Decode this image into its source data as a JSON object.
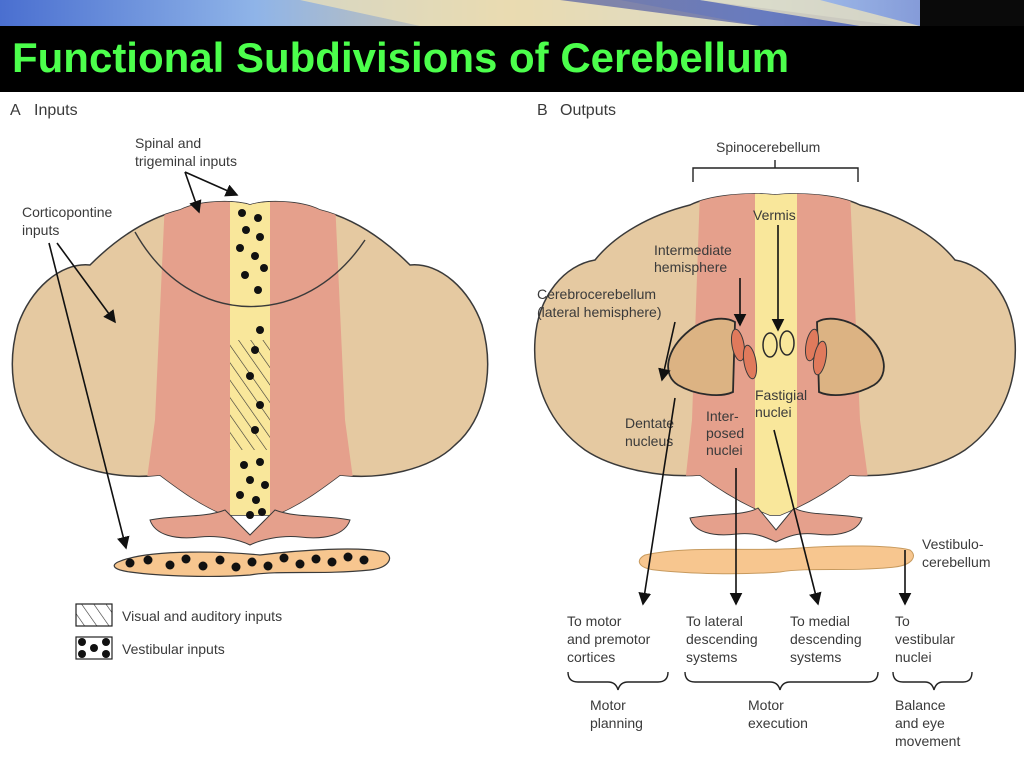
{
  "title": "Functional Subdivisions of Cerebellum",
  "colors": {
    "title_text": "#4cff4c",
    "title_bar": "#000000",
    "tissue": "#e5c9a1",
    "spino_zone": "#e5a08c",
    "vermis": "#f9e79b",
    "nucleus": "#e07a5c",
    "dentate": "#dcb383",
    "vestibular": "#f7c68f"
  },
  "panel_a": {
    "letter": "A",
    "heading": "Inputs",
    "label_spinal_1": "Spinal and",
    "label_spinal_2": "trigeminal inputs",
    "label_cortico_1": "Corticopontine",
    "label_cortico_2": "inputs",
    "legend": {
      "visual_auditory": "Visual and auditory inputs",
      "vestibular": "Vestibular inputs"
    }
  },
  "panel_b": {
    "letter": "B",
    "heading": "Outputs",
    "spinocerebellum": "Spinocerebellum",
    "vermis": "Vermis",
    "intermediate_1": "Intermediate",
    "intermediate_2": "hemisphere",
    "cerebro_1": "Cerebrocerebellum",
    "cerebro_2": "(lateral hemisphere)",
    "fastigial_1": "Fastigial",
    "fastigial_2": "nuclei",
    "interposed_1": "Inter-",
    "interposed_2": "posed",
    "interposed_3": "nuclei",
    "dentate_1": "Dentate",
    "dentate_2": "nucleus",
    "vestibulo_1": "Vestibulo-",
    "vestibulo_2": "cerebellum",
    "targets": {
      "motor_cortex_1": "To motor",
      "motor_cortex_2": "and premotor",
      "motor_cortex_3": "cortices",
      "lateral_1": "To lateral",
      "lateral_2": "descending",
      "lateral_3": "systems",
      "medial_1": "To medial",
      "medial_2": "descending",
      "medial_3": "systems",
      "vestibular_1": "To",
      "vestibular_2": "vestibular",
      "vestibular_3": "nuclei"
    },
    "functions": {
      "planning_1": "Motor",
      "planning_2": "planning",
      "execution_1": "Motor",
      "execution_2": "execution",
      "balance_1": "Balance",
      "balance_2": "and eye",
      "balance_3": "movement"
    }
  }
}
